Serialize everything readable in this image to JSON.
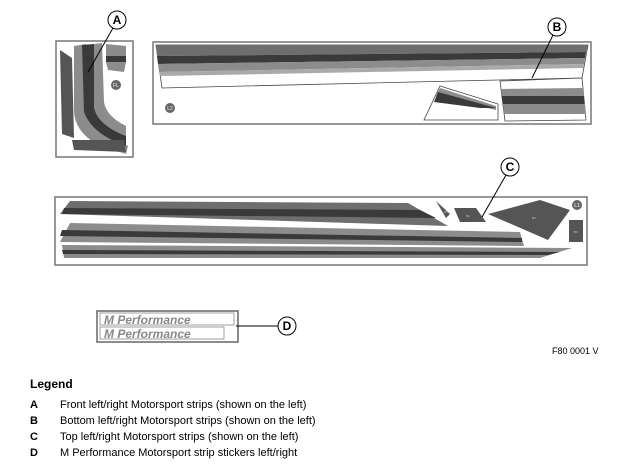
{
  "callouts": {
    "a": "A",
    "b": "B",
    "c": "C",
    "d": "D"
  },
  "sheet_labels": {
    "fl": "FL",
    "l2": "L2",
    "l1": "L1",
    "b1": "B1",
    "b2": "B2",
    "b3": "B3",
    "b4": "B4"
  },
  "sticker_text": [
    "M Performance",
    "M Performance"
  ],
  "figure_code": "F80 0001 V",
  "legend": {
    "title": "Legend",
    "items": [
      {
        "key": "A",
        "text": "Front left/right Motorsport strips (shown on the left)"
      },
      {
        "key": "B",
        "text": "Bottom left/right Motorsport strips (shown on the left)"
      },
      {
        "key": "C",
        "text": "Top left/right Motorsport strips (shown on the left)"
      },
      {
        "key": "D",
        "text": "M Performance Motorsport strip stickers left/right"
      }
    ]
  },
  "colors": {
    "light": "#8c8c8c",
    "mid": "#6e6e6e",
    "dark": "#3a3a3a"
  }
}
